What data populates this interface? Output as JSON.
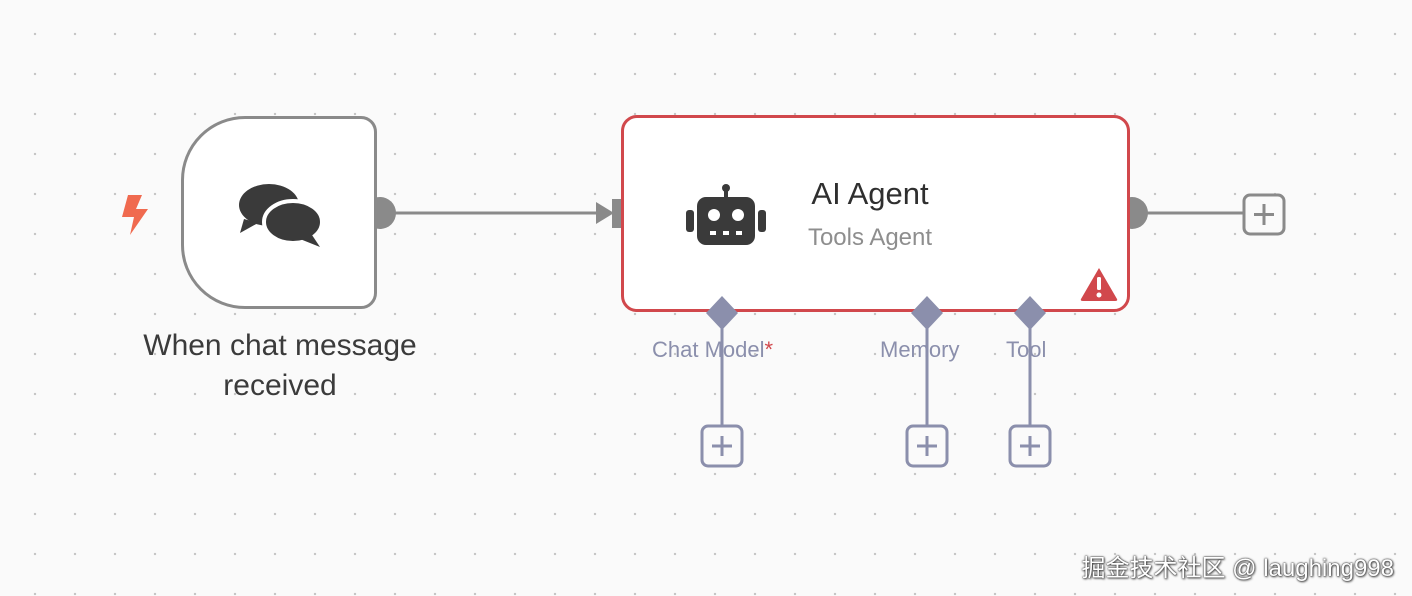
{
  "trigger": {
    "label_line1": "When chat message",
    "label_line2": "received",
    "icon": "chat-bubbles-icon",
    "trigger_icon": "lightning-bolt-icon"
  },
  "agent": {
    "title": "AI Agent",
    "subtitle": "Tools Agent",
    "icon": "robot-icon",
    "status_icon": "warning-icon",
    "connections": [
      {
        "label": "Chat Model",
        "required_mark": "*"
      },
      {
        "label": "Memory"
      },
      {
        "label": "Tool"
      }
    ]
  },
  "watermark": "掘金技术社区 @ laughing998",
  "colors": {
    "node_border": "#8a8a8a",
    "agent_error_border": "#d1484c",
    "connector_handle": "#8b8fac",
    "main_connection": "#8a8a8a",
    "trigger_bolt": "#f06a4f",
    "icon_dark": "#3a3a3a"
  }
}
